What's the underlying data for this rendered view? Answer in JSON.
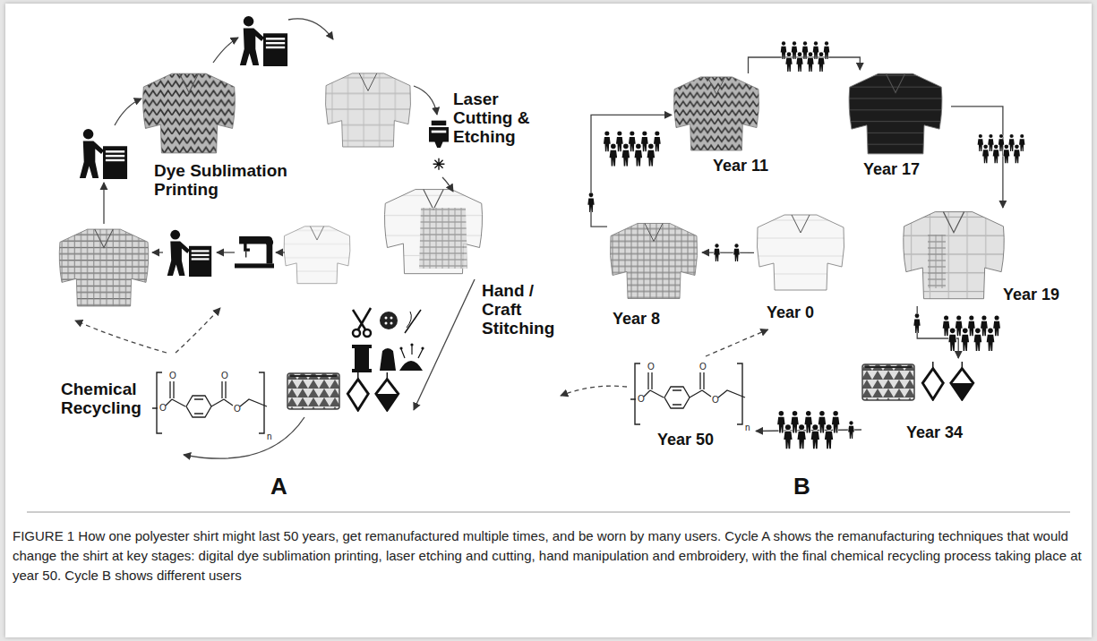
{
  "diagram": {
    "caption": "FIGURE 1 How one polyester shirt might last 50 years, get remanufactured multiple times, and be worn by many users. Cycle A shows the remanufacturing techniques that would change the shirt at key stages: digital dye sublimation printing, laser etching and cutting, hand manipulation and embroidery, with the final chemical recycling process taking place at year 50. Cycle B shows different users",
    "nodes": [
      {
        "text": [
          "Year 0"
        ]
      },
      {
        "text": [
          "Year 8"
        ]
      },
      {
        "text": [
          "Year 11"
        ]
      },
      {
        "text": [
          "Year 17"
        ]
      },
      {
        "text": [
          "Year 19"
        ]
      },
      {
        "text": [
          "Year 34"
        ]
      },
      {
        "text": [
          "Year 50"
        ]
      }
    ],
    "edges": [
      {
        "from": 0,
        "to": 1,
        "arrow": "to"
      },
      {
        "from": 1,
        "to": 2,
        "arrow": "to"
      },
      {
        "from": 2,
        "to": 3,
        "arrow": "to"
      },
      {
        "from": 3,
        "to": 4,
        "arrow": "to"
      },
      {
        "from": 4,
        "to": 5,
        "arrow": "to"
      },
      {
        "from": 5,
        "to": 6,
        "arrow": "to"
      },
      {
        "from": 6,
        "to": 0,
        "arrow": "to"
      }
    ],
    "labels": [
      "Dye Sublimation Printing",
      "Laser Cutting & Etching",
      "Hand / Craft Stitching",
      "Chemical Recycling",
      "O",
      "O",
      "O",
      "O",
      "n",
      "A",
      "O",
      "O",
      "O",
      "O",
      "n",
      "B"
    ]
  }
}
